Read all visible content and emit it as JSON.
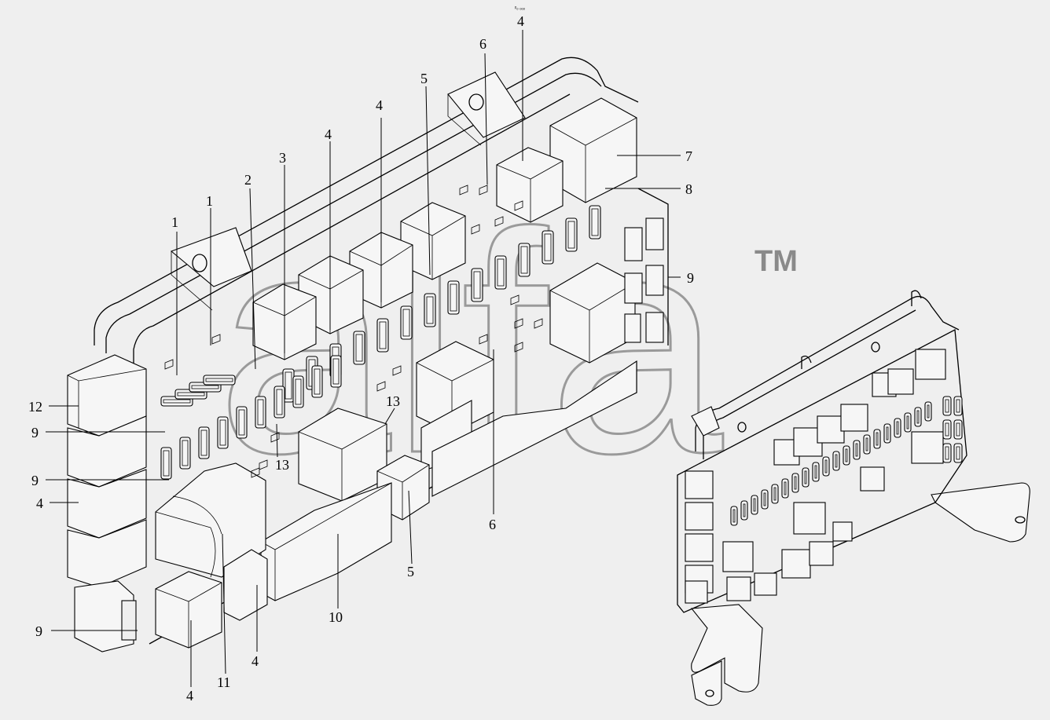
{
  "figure": {
    "top_code": "ᵖₒ ₒₒₒ"
  },
  "watermark": {
    "text": "alfa",
    "trademark": "TM",
    "color": "#9a9a9a"
  },
  "callouts": [
    {
      "id": "c4-top",
      "label": "4"
    },
    {
      "id": "c6-top",
      "label": "6"
    },
    {
      "id": "c5-top",
      "label": "5"
    },
    {
      "id": "c4-b",
      "label": "4"
    },
    {
      "id": "c4-c",
      "label": "4"
    },
    {
      "id": "c3",
      "label": "3"
    },
    {
      "id": "c2",
      "label": "2"
    },
    {
      "id": "c1-a",
      "label": "1"
    },
    {
      "id": "c1-b",
      "label": "1"
    },
    {
      "id": "c7",
      "label": "7"
    },
    {
      "id": "c8",
      "label": "8"
    },
    {
      "id": "c9-right",
      "label": "9"
    },
    {
      "id": "c12",
      "label": "12"
    },
    {
      "id": "c9-a",
      "label": "9"
    },
    {
      "id": "c9-b",
      "label": "9"
    },
    {
      "id": "c4-left",
      "label": "4"
    },
    {
      "id": "c13-a",
      "label": "13"
    },
    {
      "id": "c13-b",
      "label": "13"
    },
    {
      "id": "c6-bottom",
      "label": "6"
    },
    {
      "id": "c5-bottom",
      "label": "5"
    },
    {
      "id": "c10",
      "label": "10"
    },
    {
      "id": "c4-bottom-mid",
      "label": "4"
    },
    {
      "id": "c11",
      "label": "11"
    },
    {
      "id": "c4-bottom-left",
      "label": "4"
    },
    {
      "id": "c9-bottom",
      "label": "9"
    }
  ]
}
